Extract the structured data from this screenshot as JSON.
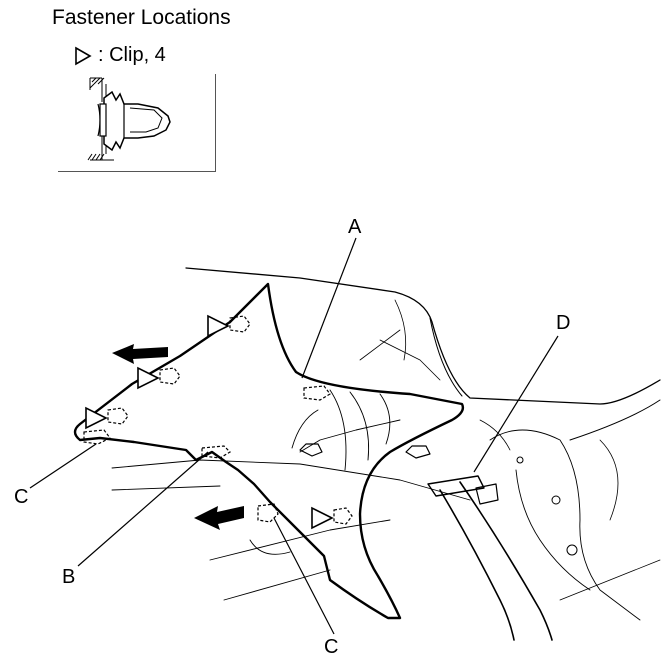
{
  "header": {
    "title": "Fastener Locations"
  },
  "legend": {
    "symbol_icon": "triangle-outline-icon",
    "text": ": Clip, 4"
  },
  "callouts": {
    "a": "A",
    "b": "B",
    "c_left": "C",
    "c_bottom": "C",
    "d": "D"
  }
}
